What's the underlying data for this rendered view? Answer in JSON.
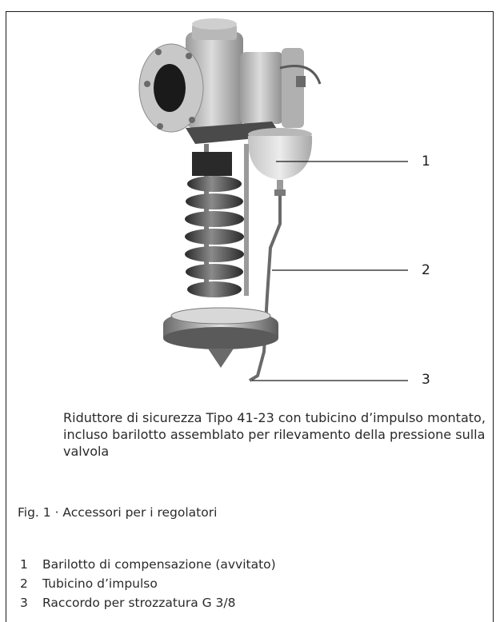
{
  "figure": {
    "image_name": "safety pressure reducing valve Type 41-23 with impulse line and compensation chamber",
    "callouts": [
      "1",
      "2",
      "3"
    ]
  },
  "caption": "Riduttore di sicurezza Tipo 41-23 con tubicino d’impulso montato,  incluso barilotto assemblato per rilevamento della pressione sulla valvola",
  "fig_title": "Fig. 1 · Accessori per i regolatori",
  "legend": [
    {
      "num": "1",
      "text": "Barilotto di compensazione (avvitato)"
    },
    {
      "num": "2",
      "text": "Tubicino d’impulso"
    },
    {
      "num": "3",
      "text": "Raccordo per strozzatura G 3/8"
    }
  ],
  "colors": {
    "frame": "#1a1a1a",
    "text": "#2a2a2a",
    "metal_light": "#d6d6d6",
    "metal_dark": "#3a3a3a"
  }
}
